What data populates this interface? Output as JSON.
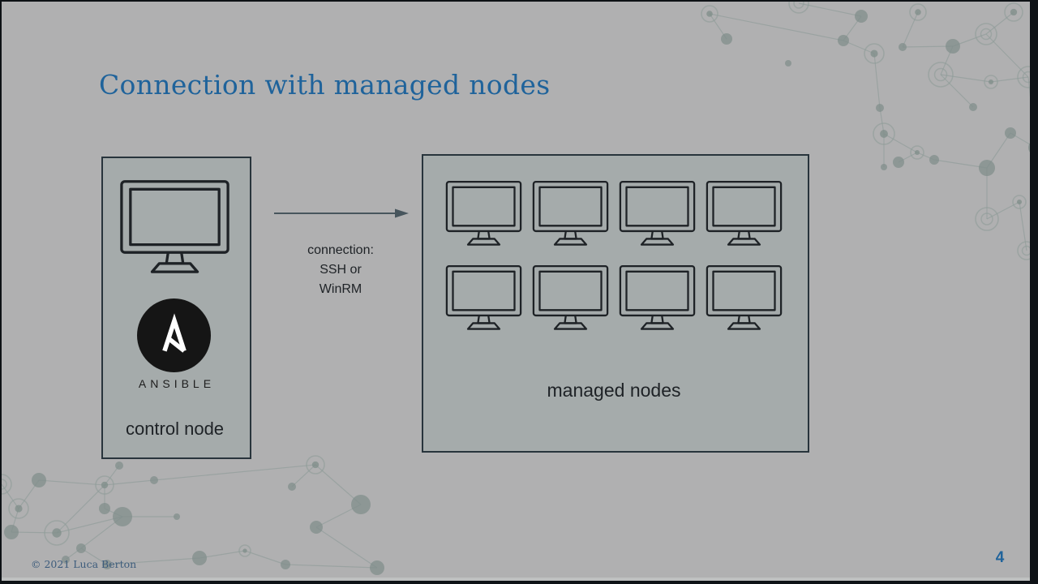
{
  "slide": {
    "title": "Connection with managed nodes",
    "page_number": "4",
    "copyright": "© 2021 Luca Berton"
  },
  "diagram": {
    "control_node": {
      "label": "control node",
      "logo_wordmark": "ANSIBLE"
    },
    "connection": {
      "lines": [
        "connection:",
        "SSH or",
        "WinRM"
      ]
    },
    "managed_nodes": {
      "label": "managed nodes",
      "monitor_count": 8
    }
  },
  "icons": {
    "control_node_icon": "monitor-icon",
    "managed_node_icon": "monitor-icon",
    "logo_icon": "ansible-logo-icon",
    "connection_icon": "right-arrow-icon",
    "background_decor": "network-molecule-pattern"
  },
  "colors": {
    "background": "#b0b0b1",
    "box_fill": "#a5abab",
    "box_border": "#28343c",
    "title_blue": "#1f639b",
    "text_dark": "#1e2226",
    "arrow_gray": "#47555d",
    "footer_blue": "#3d5c7c",
    "network_gray": "#8f9c99",
    "network_fill": "#7f8d8a",
    "edge_bar": "#0e1216",
    "logo_black": "#151515",
    "logo_white": "#ffffff"
  }
}
